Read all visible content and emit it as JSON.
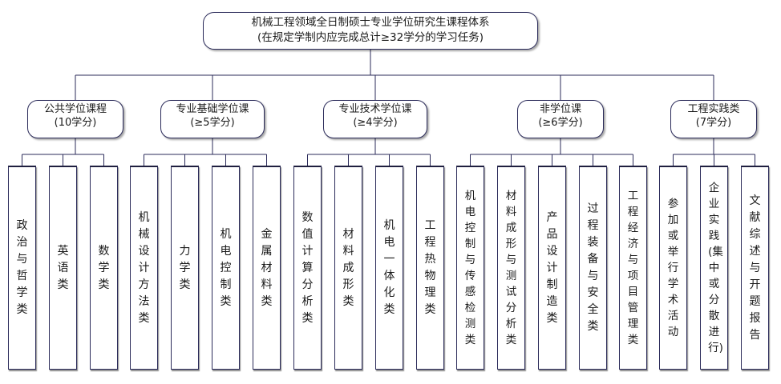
{
  "root": {
    "title": "机械工程领域全日制硕士专业学位研究生课程体系",
    "subtitle": "(在规定学制内应完成总计≥32学分的学习任务)"
  },
  "categories": [
    {
      "name": "公共学位课程",
      "credits": "(10学分)",
      "leaves": [
        "政治与哲学类",
        "英语类",
        "数学类"
      ]
    },
    {
      "name": "专业基础学位课",
      "credits": "(≥5学分)",
      "leaves": [
        "机械设计方法类",
        "力学类",
        "机电控制类",
        "金属材料类"
      ]
    },
    {
      "name": "专业技术学位课",
      "credits": "(≥4学分)",
      "leaves": [
        "数值计算分析类",
        "材料成形类",
        "机电一体化类",
        "工程热物理类"
      ]
    },
    {
      "name": "非学位课",
      "credits": "(≥6学分)",
      "leaves": [
        "机电控制与传感检测类",
        "材料成形与测试分析类",
        "产品设计制造类",
        "过程装备与安全类",
        "工程经济与项目管理类"
      ]
    },
    {
      "name": "工程实践类",
      "credits": "(7学分)",
      "leaves": [
        "参加或举行学术活动",
        "企业实践(集中或分散进行)",
        "文献综述与开题报告"
      ]
    }
  ],
  "colors": {
    "line": "#2b2b5a",
    "border": "#2b2b5a"
  }
}
